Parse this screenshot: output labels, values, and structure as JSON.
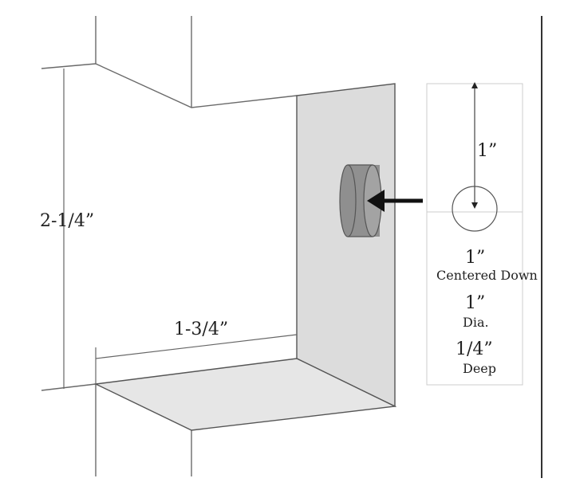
{
  "dimensions": {
    "height_label": "2-1/4”",
    "width_label": "1-3/4”"
  },
  "spec_panel": {
    "offset_label": "1”",
    "centered_value": "1”",
    "centered_caption": "Centered Down",
    "diameter_value": "1”",
    "diameter_caption": "Dia.",
    "depth_value": "1/4”",
    "depth_caption": "Deep"
  },
  "colors": {
    "line": "#555555",
    "wall_fill": "#dcdcdc",
    "floor_fill": "#e6e6e6",
    "magnet_fill": "#8f8f8f",
    "arrow": "#111111"
  }
}
